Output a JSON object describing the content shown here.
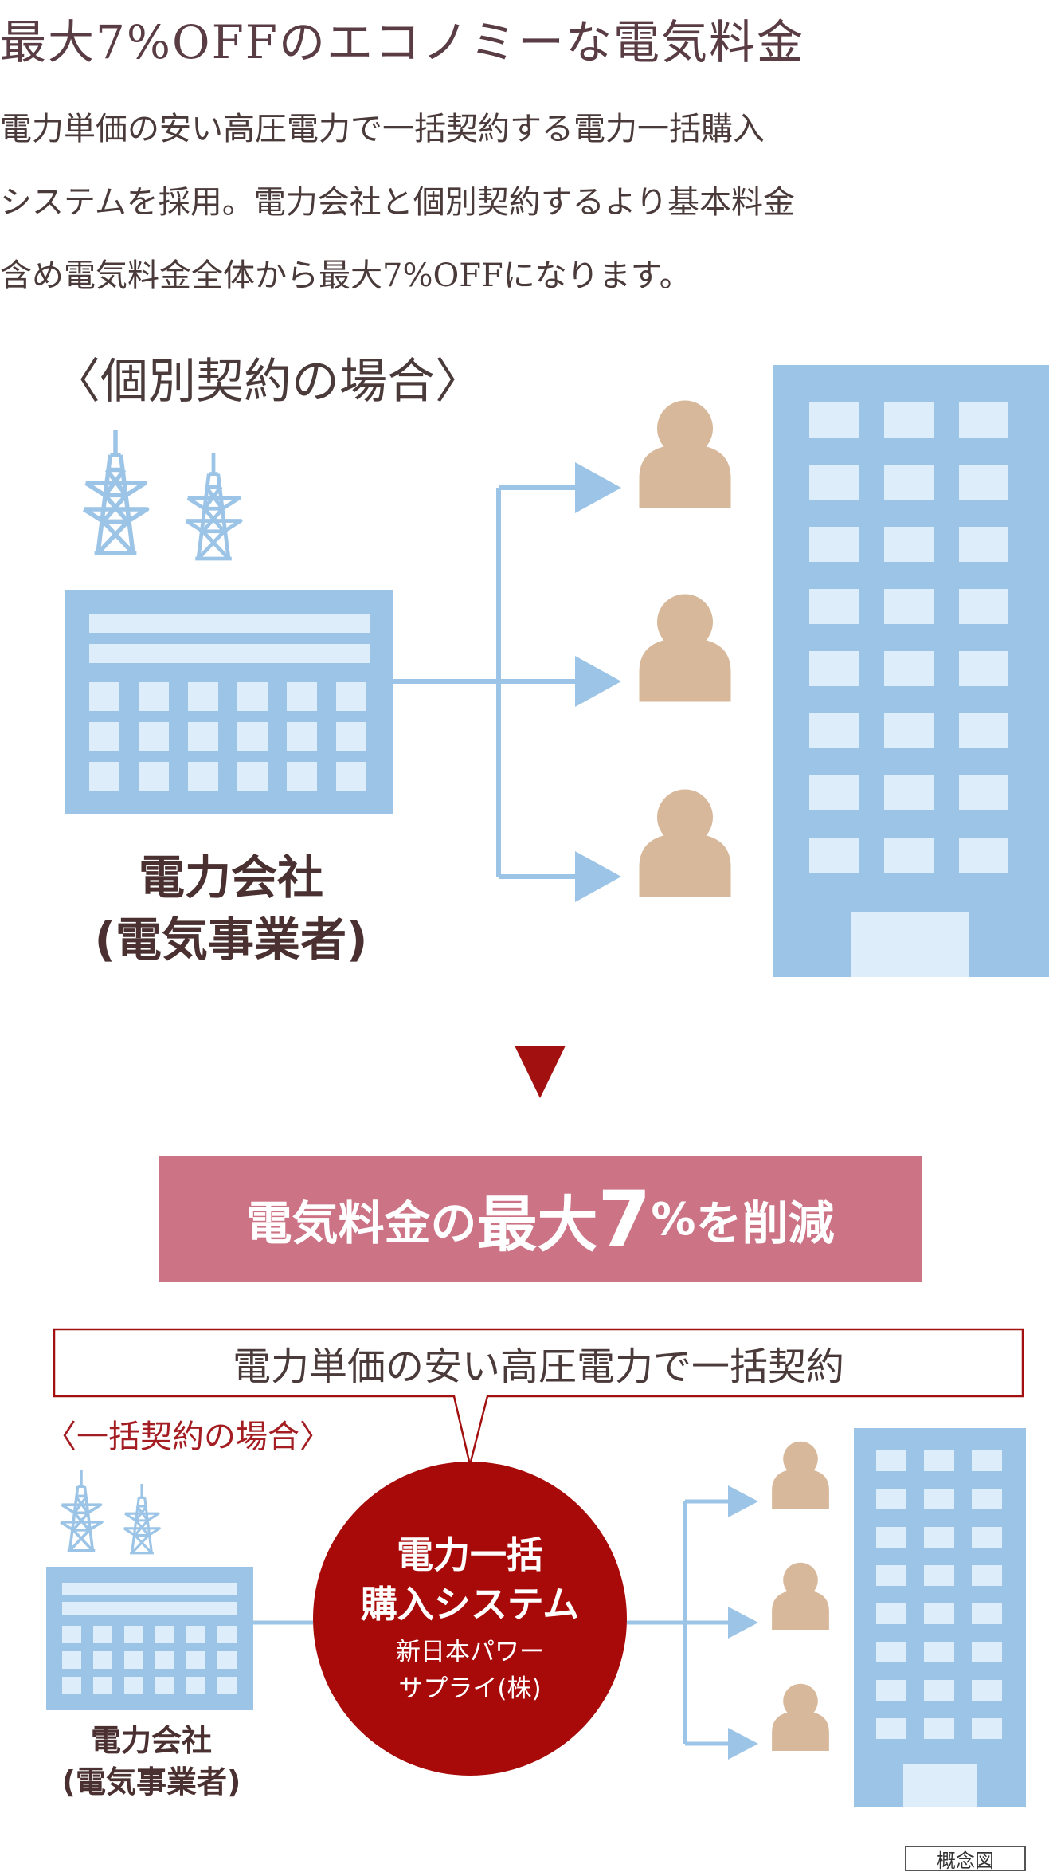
{
  "title": "最大7%OFFのエコノミーな電気料金",
  "intro": [
    "電力単価の安い高圧電力で一括契約する電力一括購入",
    "システムを採用。電力会社と個別契約するより基本料金",
    "含め電気料金全体から最大7%OFFになります。"
  ],
  "individual": {
    "label": "〈個別契約の場合〉",
    "company_line1": "電力会社",
    "company_line2": "(電気事業者)"
  },
  "banner": {
    "pre": "電気料金の",
    "big": "最大",
    "num": "7",
    "pct": "%",
    "post": "を削減"
  },
  "bulk": {
    "callout": "電力単価の安い高圧電力で一括契約",
    "label": "〈一括契約の場合〉",
    "circle_line1": "電力一括",
    "circle_line2": "購入システム",
    "circle_line3": "新日本パワー",
    "circle_line4": "サプライ(株)",
    "company_line1": "電力会社",
    "company_line2": "(電気事業者)"
  },
  "note": "概念図",
  "colors": {
    "building_blue": "#9cc4e6",
    "window_light": "#ddeefa",
    "person": "#d8b89a",
    "banner_pink": "#cc7485",
    "circle_red": "#a80a0a",
    "arrow_red": "#a31010"
  }
}
